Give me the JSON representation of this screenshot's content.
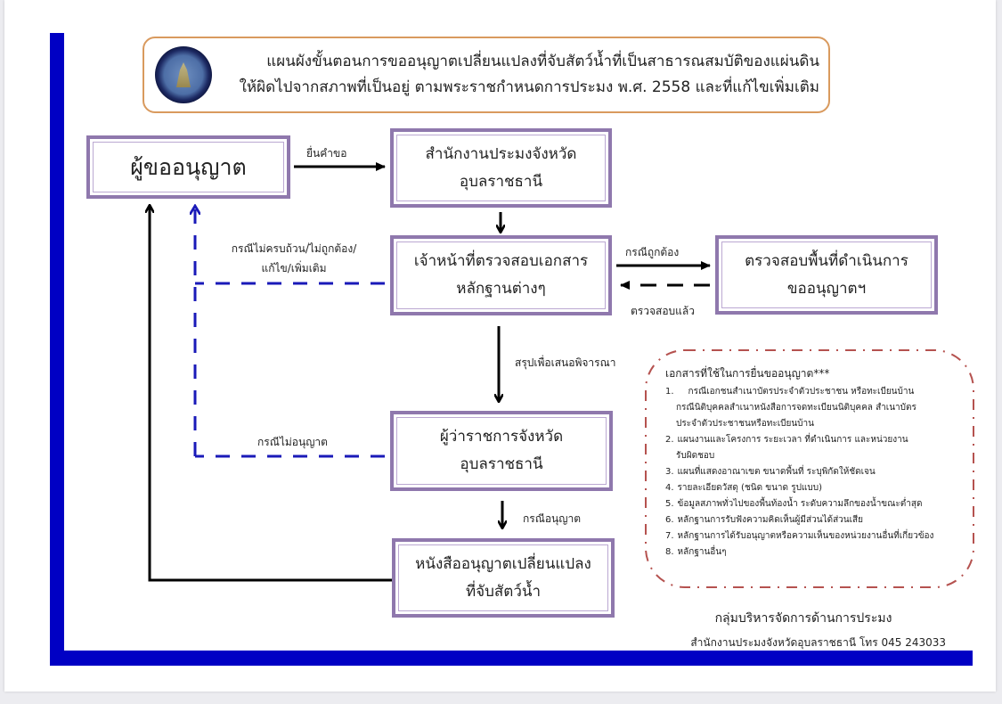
{
  "header": {
    "title_line1": "แผนผังขั้นตอนการขออนุญาตเปลี่ยนแปลงที่จับสัตว์น้ำที่เป็นสาธารณสมบัติของแผ่นดิน",
    "title_line2": "ให้ผิดไปจากสภาพที่เป็นอยู่ ตามพระราชกำหนดการประมง พ.ศ. 2558 และที่แก้ไขเพิ่มเติม",
    "logo_icon": "department-of-fisheries-seal"
  },
  "boxes": {
    "applicant": "ผู้ขออนุญาต",
    "provincial_office": [
      "สำนักงานประมงจังหวัด",
      "อุบลราชธานี"
    ],
    "document_check": [
      "เจ้าหน้าที่ตรวจสอบเอกสาร",
      "หลักฐานต่างๆ"
    ],
    "site_inspection": [
      "ตรวจสอบพื้นที่ดำเนินการ",
      "ขออนุญาตฯ"
    ],
    "governor": [
      "ผู้ว่าราชการจังหวัด",
      "อุบลราชธานี"
    ],
    "permit": [
      "หนังสืออนุญาตเปลี่ยนแปลง",
      "ที่จับสัตว์น้ำ"
    ]
  },
  "edges": {
    "submit": "ยื่นคำขอ",
    "incomplete": [
      "กรณีไม่ครบถ้วน/ไม่ถูกต้อง/",
      "แก้ไข/เพิ่มเติม"
    ],
    "correct": "กรณีถูกต้อง",
    "inspected": "ตรวจสอบแล้ว",
    "summarize": "สรุปเพื่อเสนอพิจารณา",
    "not_approved": "กรณีไม่อนุญาต",
    "approved": "กรณีอนุญาต"
  },
  "documents": {
    "title": "เอกสารที่ใช้ในการยื่นขออนุญาต***",
    "items": [
      {
        "num": "1.",
        "lines": [
          "กรณีเอกชนสำเนาบัตรประจำตัวประชาชน หรือทะเบียนบ้าน",
          "กรณีนิติบุคคลสำเนาหนังสือการจดทะเบียนนิติบุคคล สำเนาบัตร",
          "ประจำตัวประชาชนหรือทะเบียนบ้าน"
        ]
      },
      {
        "num": "2.",
        "lines": [
          "แผนงานและโครงการ ระยะเวลา ที่ดำเนินการ และหน่วยงาน",
          "รับผิดชอบ"
        ]
      },
      {
        "num": "3.",
        "lines": [
          "แผนที่แสดงอาณาเขต ขนาดพื้นที่ ระบุพิกัดให้ชัดเจน"
        ]
      },
      {
        "num": "4.",
        "lines": [
          "รายละเอียดวัสดุ (ชนิด ขนาด รูปแบบ)"
        ]
      },
      {
        "num": "5.",
        "lines": [
          "ข้อมูลสภาพทั่วไปของพื้นท้องน้ำ ระดับความลึกของน้ำขณะต่ำสุด"
        ]
      },
      {
        "num": "6.",
        "lines": [
          "หลักฐานการรับฟังความคิดเห็นผู้มีส่วนได้ส่วนเสีย"
        ]
      },
      {
        "num": "7.",
        "lines": [
          "หลักฐานการได้รับอนุญาตหรือความเห็นของหน่วยงานอื่นที่เกี่ยวข้อง"
        ]
      },
      {
        "num": "8.",
        "lines": [
          "หลักฐานอื่นๆ"
        ]
      }
    ]
  },
  "footer": {
    "division": "กลุ่มบริหารจัดการด้านการประมง",
    "office_contact": "สำนักงานประมงจังหวัดอุบลราชธานี  โทร 045 243033"
  },
  "colors": {
    "frame_blue": "#0000c4",
    "box_border": "#8f78ad",
    "title_border": "#d99a5e",
    "return_dashed": "#1a1ab8",
    "docs_border": "#b5524f"
  }
}
